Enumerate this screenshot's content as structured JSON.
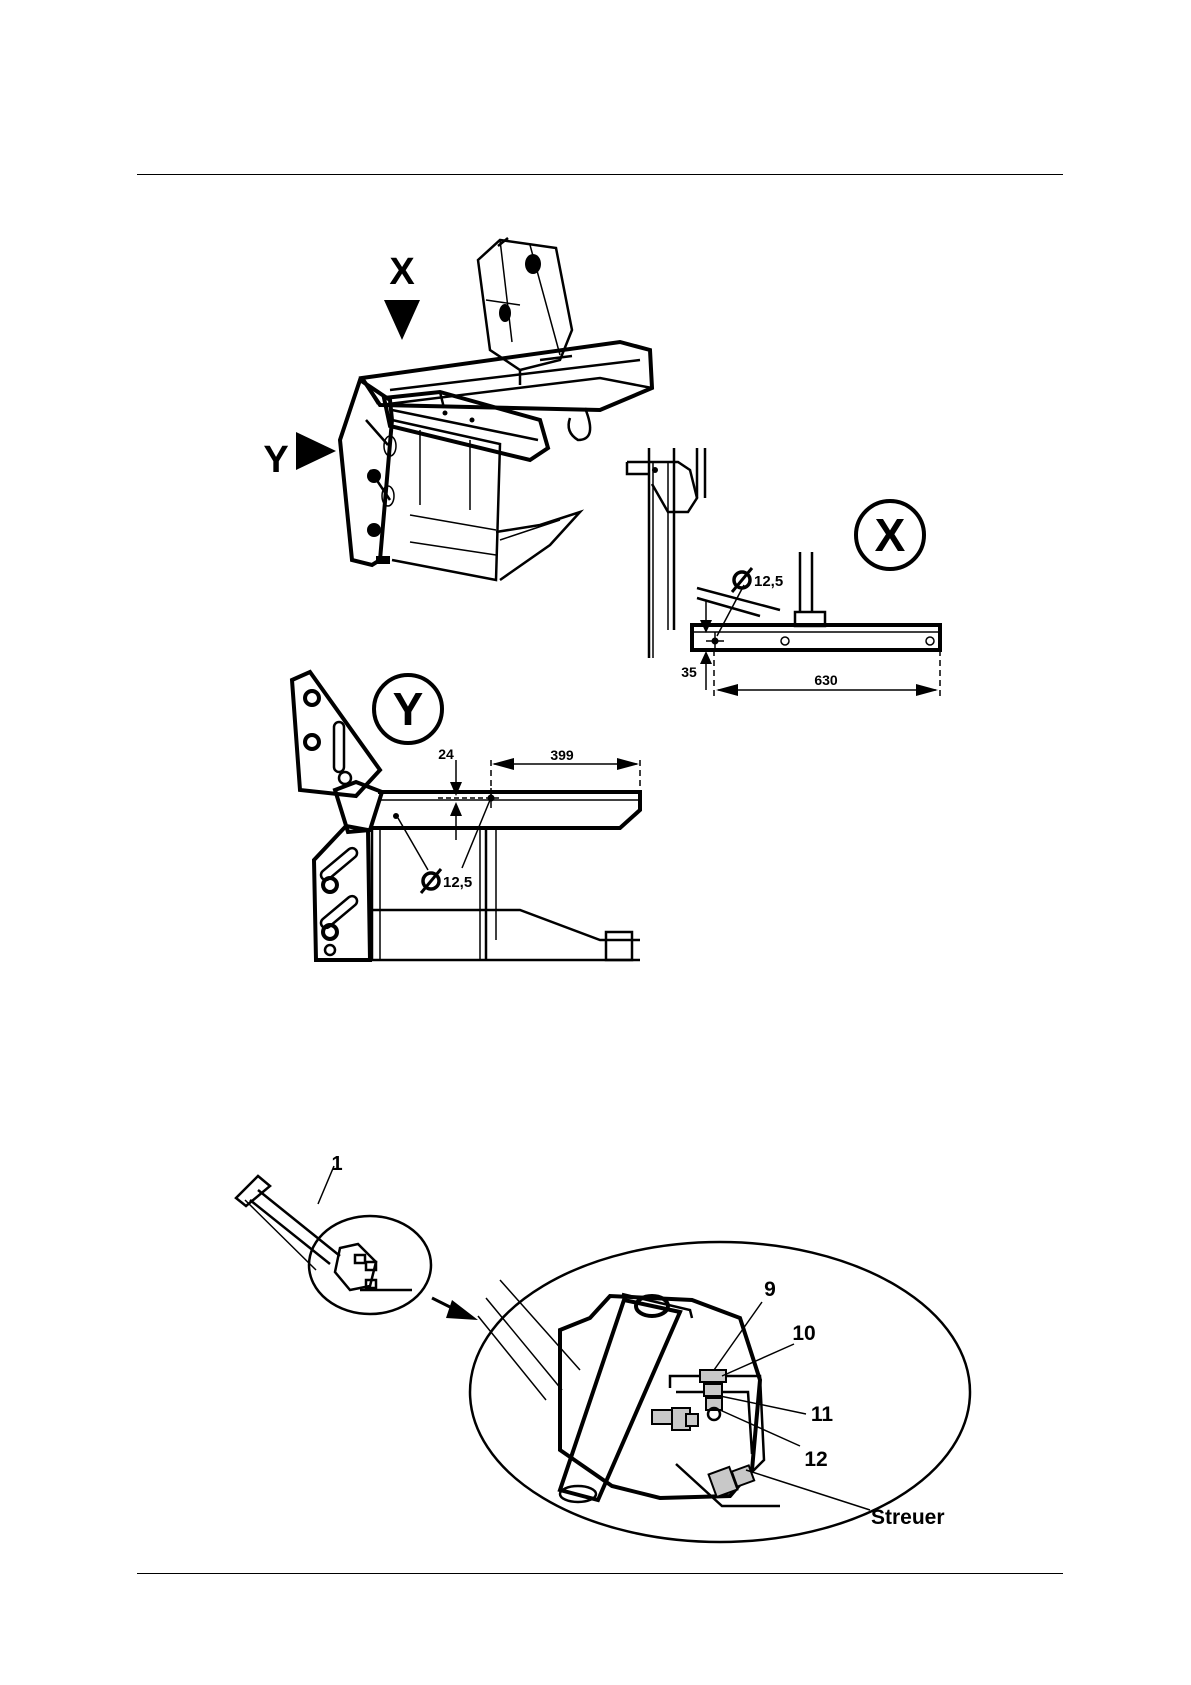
{
  "figure_1": {
    "view_x_label": "X",
    "view_y_label": "Y",
    "detail_x_label": "X",
    "detail_y_label": "Y"
  },
  "detail_x": {
    "hole_diameter": "12,5",
    "offset_vertical": "35",
    "distance_horizontal": "630"
  },
  "detail_y": {
    "offset_vertical": "24",
    "distance_horizontal": "399",
    "hole_diameter": "12,5"
  },
  "figure_2": {
    "callouts": [
      "1",
      "9",
      "10",
      "11",
      "12"
    ],
    "streuer_label": "Streuer"
  }
}
